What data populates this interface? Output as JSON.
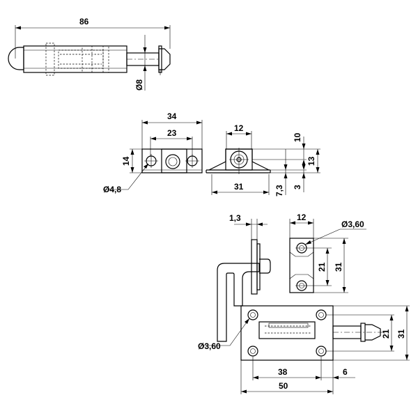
{
  "dimensions": {
    "top_length": "86",
    "top_pin_dia": "Ø8",
    "mid_overall_width": "34",
    "mid_inner_width": "23",
    "mid_height": "14",
    "mid_hole_dia": "Ø4,8",
    "mid_keeper_width": "12",
    "mid_keeper_base": "31",
    "mid_keeper_h_top": "10",
    "mid_keeper_h_total": "13",
    "mid_keeper_h_lower": "7,3",
    "mid_keeper_h_bottom": "3",
    "plate_thickness": "1,3",
    "keeper_width": "12",
    "keeper_hole_dia": "Ø3,60",
    "keeper_hole_pitch": "21",
    "keeper_height": "31",
    "base_hole_dia": "Ø3,60",
    "base_hole_pitch_x": "38",
    "base_overhang": "6",
    "base_length": "50",
    "base_hole_pitch_y": "21",
    "base_height": "31"
  }
}
